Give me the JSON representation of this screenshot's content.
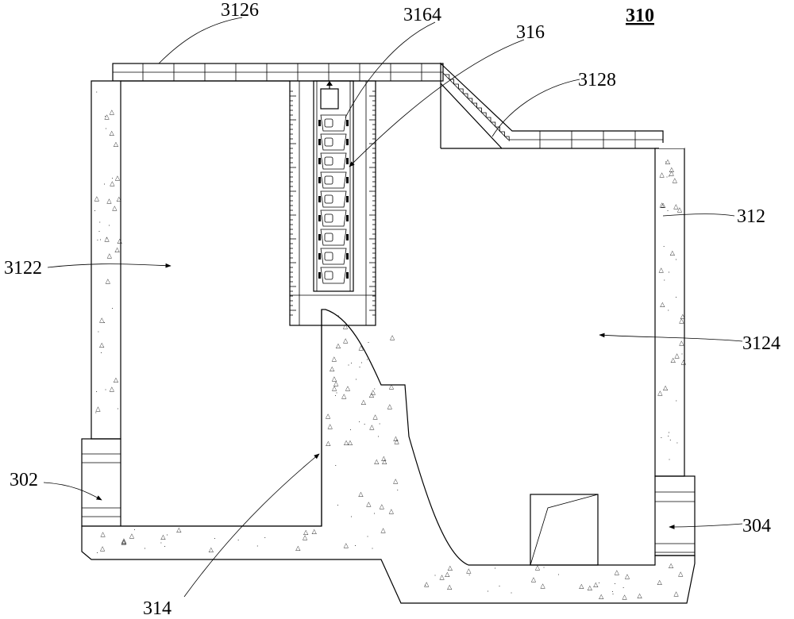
{
  "figure_id": "310",
  "labels": {
    "top_wall": "3126",
    "chain_bucket": "3164",
    "conveyor_channel": "316",
    "stair_slope": "3128",
    "right_wall": "312",
    "left_chamber": "3122",
    "right_chamber": "3124",
    "inlet": "302",
    "outlet": "304",
    "weir": "314"
  }
}
